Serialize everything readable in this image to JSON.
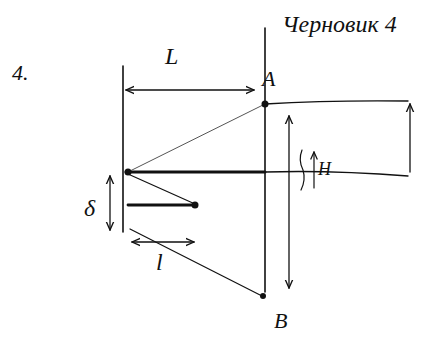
{
  "diagram": {
    "title": "Черновик 4",
    "labels": [
      "4.",
      "L",
      "A",
      "δ",
      "l",
      "H",
      "B"
    ]
  }
}
